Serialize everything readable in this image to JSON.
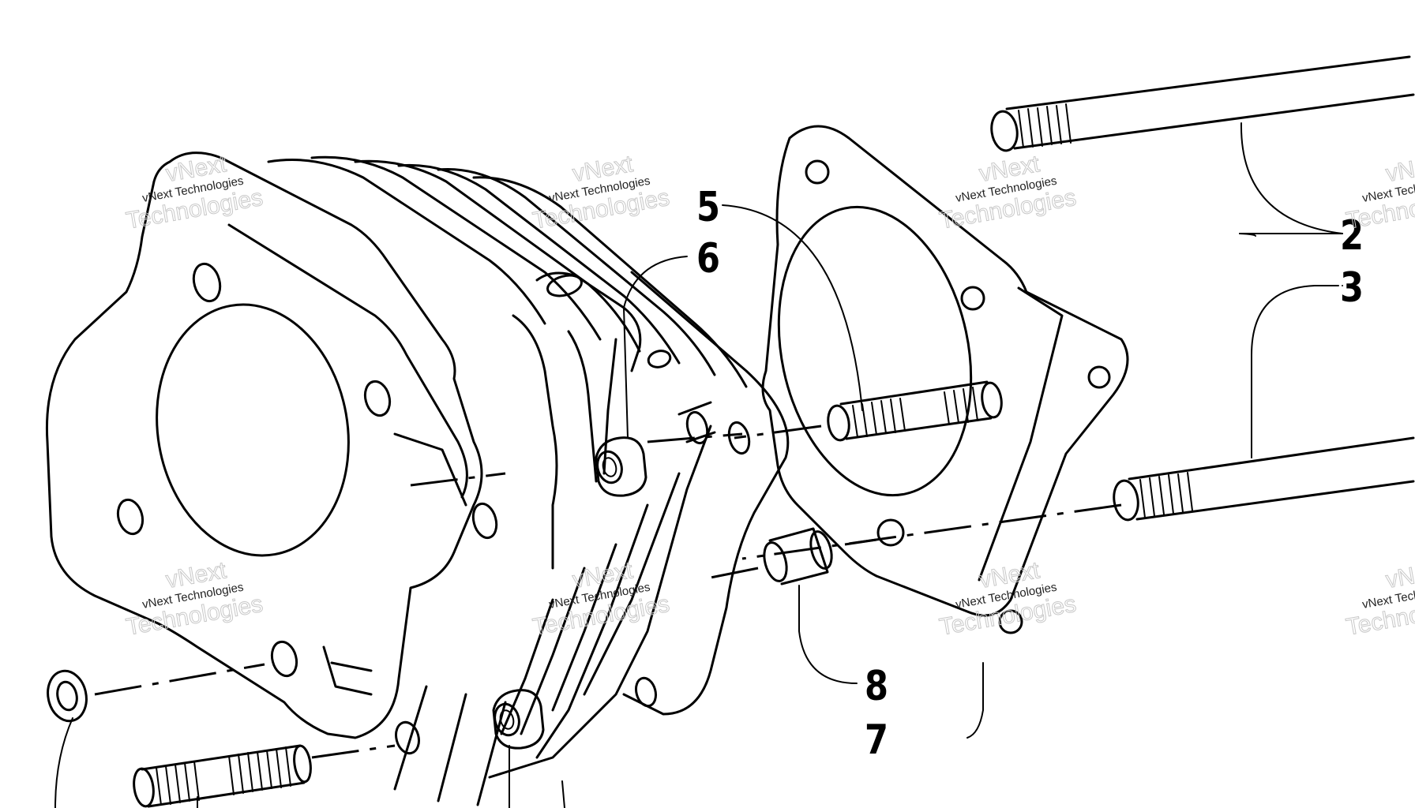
{
  "callouts": [
    {
      "number": "2"
    },
    {
      "number": "3"
    },
    {
      "number": "5"
    },
    {
      "number": "6"
    },
    {
      "number": "7"
    },
    {
      "number": "8"
    }
  ],
  "watermark": {
    "line_small": "vNext Technologies",
    "line_big_1": "vNext",
    "line_big_2": "Technologies"
  }
}
